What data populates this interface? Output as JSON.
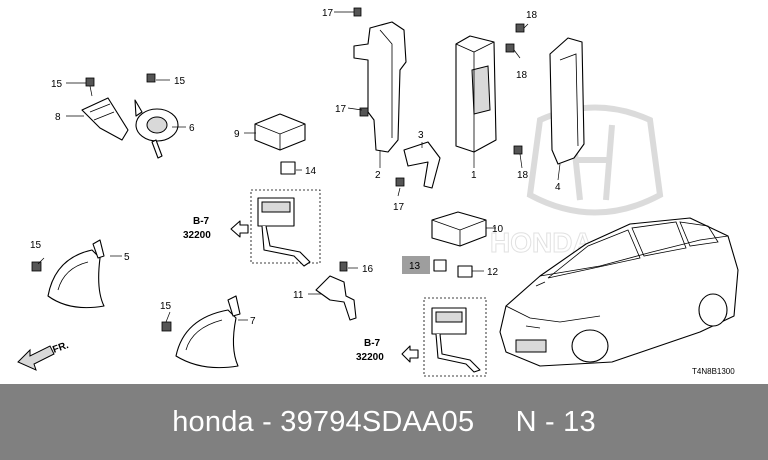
{
  "callouts": {
    "n1": "1",
    "n2": "2",
    "n3": "3",
    "n4": "4",
    "n5": "5",
    "n6": "6",
    "n7": "7",
    "n8": "8",
    "n9": "9",
    "n10": "10",
    "n11": "11",
    "n12": "12",
    "n13": "13",
    "n14": "14",
    "n15a": "15",
    "n15b": "15",
    "n15c": "15",
    "n15d": "15",
    "n16": "16",
    "n17a": "17",
    "n17b": "17",
    "n17c": "17",
    "n18a": "18",
    "n18b": "18",
    "n18c": "18"
  },
  "references": {
    "ref1_line1": "B-7",
    "ref1_line2": "32200",
    "ref2_line1": "B-7",
    "ref2_line2": "32200"
  },
  "front_label": "FR.",
  "diagram_code": "T4N8B1300",
  "highlight_color": "#9e9e9e",
  "caption": {
    "brand": "honda",
    "separator": " - ",
    "part_number": "39794SDAA05",
    "position": "N - 13"
  }
}
